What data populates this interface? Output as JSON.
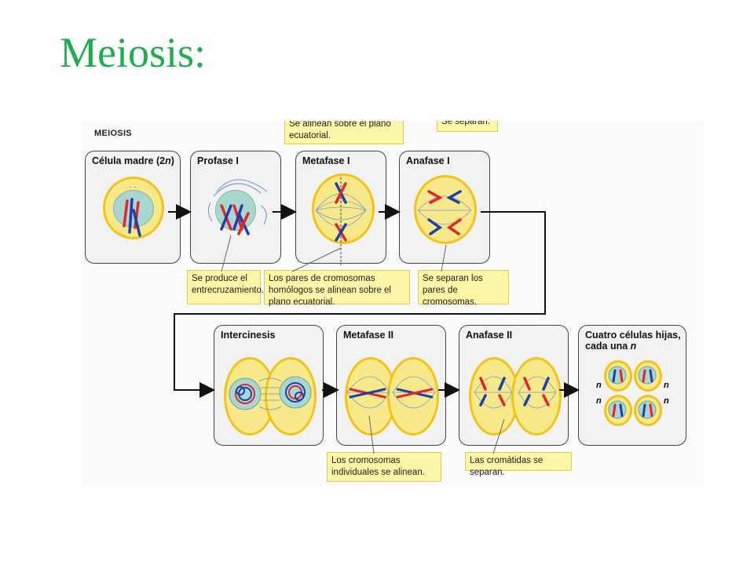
{
  "slide": {
    "title": "Meiosis:"
  },
  "figure": {
    "heading": "MEIOSIS",
    "top_captions": [
      {
        "text": "Se alinean sobre el plano ecuatorial."
      },
      {
        "text": "Se separan."
      }
    ],
    "stages": [
      {
        "title": "Célula madre (2n)",
        "title_main": "Célula madre (2",
        "title_n": "n",
        "title_end": ")"
      },
      {
        "title": "Profase I"
      },
      {
        "title": "Metafase I"
      },
      {
        "title": "Anafase I"
      },
      {
        "title": "Intercinesis"
      },
      {
        "title": "Metafase II"
      },
      {
        "title": "Anafase II"
      },
      {
        "title": "Cuatro células hijas, cada una n",
        "line1": "Cuatro células hijas,",
        "line2_main": "cada una ",
        "line2_n": "n"
      }
    ],
    "captions": [
      {
        "text": "Se produce el entrecruzamiento."
      },
      {
        "text": "Los pares de cromosomas homólogos se alinean sobre el plano ecuatorial."
      },
      {
        "text": "Se separan los pares de cromosomas."
      },
      {
        "text": "Los cromosomas individuales se alinean."
      },
      {
        "text": "Las cromátidas se separan."
      }
    ],
    "ploidy_labels": [
      "n",
      "n",
      "n",
      "n"
    ],
    "colors": {
      "cytoplasm": "#f7e98a",
      "membrane": "#f2c419",
      "nucleus": "#a9d7cf",
      "chromosome_red": "#e3262b",
      "chromosome_blue": "#1f3fa8",
      "caption_bg": "#fdf6a8",
      "title_green": "#1fae4f"
    }
  }
}
